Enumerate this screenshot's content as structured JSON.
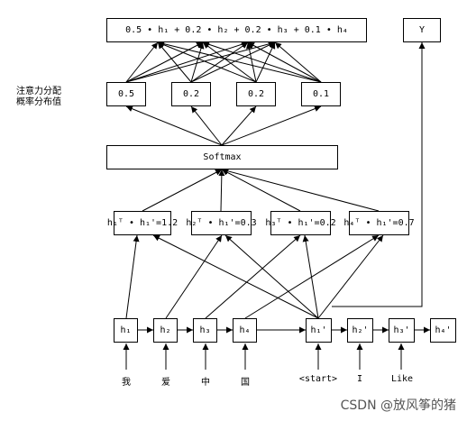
{
  "output_formula": "0.5 • h₁ + 0.2 • h₂ + 0.2 • h₃ + 0.1 • h₄",
  "output_y": "Y",
  "side_label": [
    "注意力分配",
    "概率分布值"
  ],
  "probs": [
    "0.5",
    "0.2",
    "0.2",
    "0.1"
  ],
  "softmax": "Softmax",
  "scores": [
    "h₁ᵀ • h₁'=1.2",
    "h₂ᵀ • h₁'=0.3",
    "h₃ᵀ • h₁'=0.2",
    "h₄ᵀ • h₁'=0.7"
  ],
  "encoder_states": [
    "h₁",
    "h₂",
    "h₃",
    "h₄"
  ],
  "decoder_states": [
    "h₁'",
    "h₂'",
    "h₃'",
    "h₄'"
  ],
  "encoder_inputs": [
    "我",
    "爱",
    "中",
    "国"
  ],
  "decoder_inputs": [
    "<start>",
    "I",
    "Like"
  ],
  "watermark": "CSDN @放风筝的猪"
}
